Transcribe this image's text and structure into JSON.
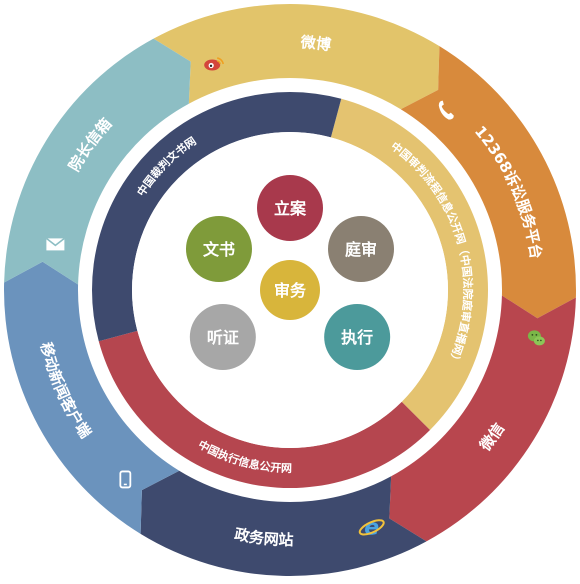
{
  "outer_ring": {
    "segments": [
      {
        "label": "微博",
        "color": "#e2c46a",
        "icon": "weibo-icon"
      },
      {
        "label": "12368诉讼服务平台",
        "color": "#d88a3c",
        "icon": "phone-icon"
      },
      {
        "label": "微信",
        "color": "#b8464e",
        "icon": "wechat-icon"
      },
      {
        "label": "政务网站",
        "color": "#3e4a6e",
        "icon": "ie-browser-icon"
      },
      {
        "label": "移动新闻客户端",
        "color": "#6b93bd",
        "icon": "mobile-phone-icon"
      },
      {
        "label": "院长信箱",
        "color": "#8dbec4",
        "icon": "envelope-icon"
      }
    ]
  },
  "middle_ring": {
    "segments": [
      {
        "label": "中国审判流程信息公开网（中国法院庭审直播网）",
        "color": "#e4c370"
      },
      {
        "label": "中国执行信息公开网",
        "color": "#b5464f"
      },
      {
        "label": "中国裁判文书网",
        "color": "#3e4a6e"
      }
    ]
  },
  "center_nodes": [
    {
      "label": "立案",
      "color": "#a8394c"
    },
    {
      "label": "庭审",
      "color": "#8a8072"
    },
    {
      "label": "执行",
      "color": "#4c9a9b"
    },
    {
      "label": "听证",
      "color": "#a7a7a7"
    },
    {
      "label": "文书",
      "color": "#7f9b3a"
    },
    {
      "label": "审务",
      "color": "#d8b53b"
    }
  ]
}
